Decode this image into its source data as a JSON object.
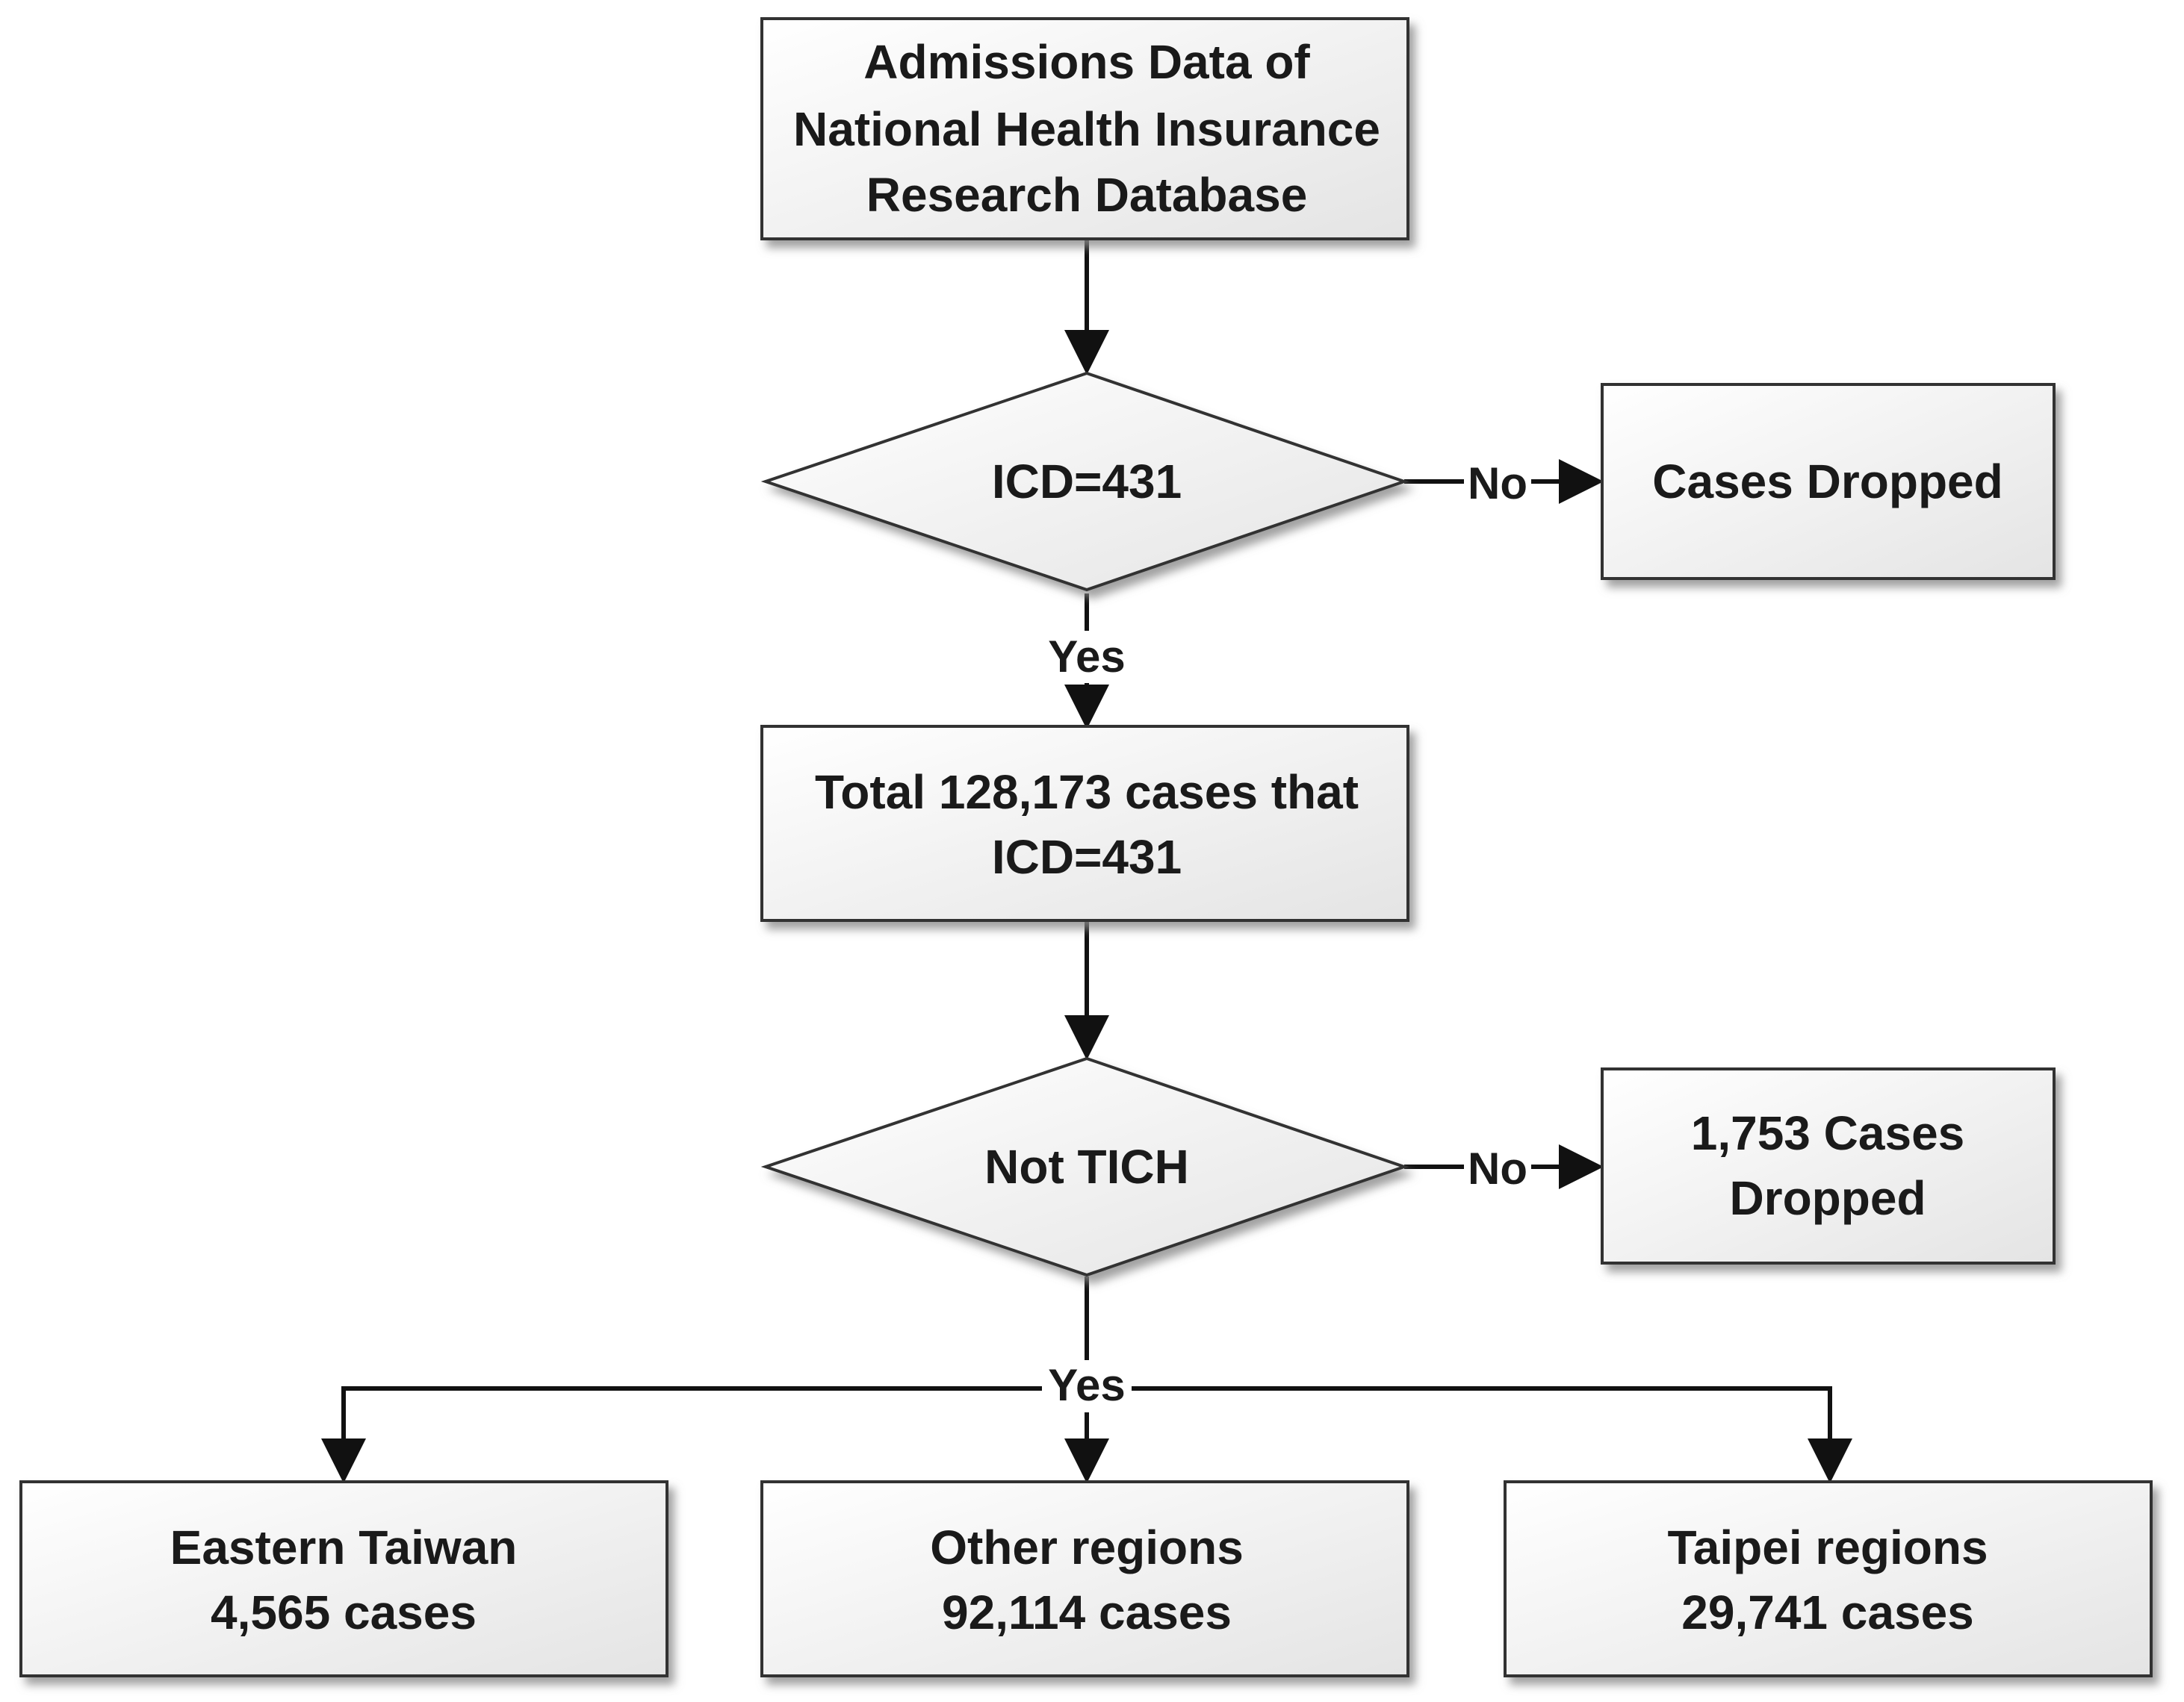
{
  "nodes": {
    "source": {
      "lines": [
        "Admissions Data of",
        "National Health Insurance",
        "Research Database"
      ]
    },
    "decision1": {
      "text": "ICD=431"
    },
    "dropped1": {
      "text": "Cases Dropped"
    },
    "total": {
      "lines": [
        "Total 128,173 cases that",
        "ICD=431"
      ]
    },
    "decision2": {
      "text": "Not TICH"
    },
    "dropped2": {
      "lines": [
        "1,753 Cases",
        "Dropped"
      ]
    },
    "eastern": {
      "lines": [
        "Eastern Taiwan",
        "4,565 cases"
      ]
    },
    "other": {
      "lines": [
        "Other regions",
        "92,114 cases"
      ]
    },
    "taipei": {
      "lines": [
        "Taipei regions",
        "29,741 cases"
      ]
    }
  },
  "edge_labels": {
    "d1_no": "No",
    "d1_yes": "Yes",
    "d2_no": "No",
    "d2_yes": "Yes"
  },
  "colors": {
    "box_fill_top": "#ffffff",
    "box_fill_bottom": "#e6e6e6",
    "stroke": "#333333",
    "shadow": "#9a9a9a"
  }
}
